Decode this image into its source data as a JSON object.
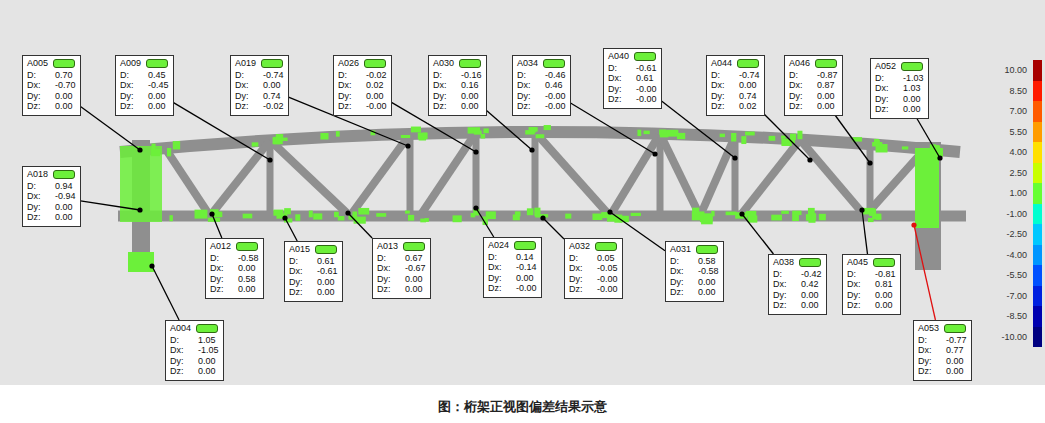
{
  "diagram": {
    "caption": "图：桁架正视图偏差结果示意",
    "nodes": [
      {
        "text": [
          "A005",
          "D:",
          "0.70",
          "Dx:",
          "-0.70",
          "Dy:",
          "0.00",
          "Dz:",
          "0.00"
        ]
      },
      {
        "text": [
          "A009",
          "D:",
          "0.45",
          "Dx:",
          "-0.45",
          "Dy:",
          "0.00",
          "Dz:",
          "0.00"
        ]
      },
      {
        "text": [
          "A019",
          "D:",
          "-0.74",
          "Dx:",
          "0.00",
          "Dy:",
          "0.74",
          "Dz:",
          "-0.02"
        ]
      },
      {
        "text": [
          "A026",
          "D:",
          "-0.02",
          "Dx:",
          "0.02",
          "Dy:",
          "0.00",
          "Dz:",
          "-0.00"
        ]
      },
      {
        "text": [
          "A030",
          "D:",
          "-0.16",
          "Dx:",
          "0.16",
          "Dy:",
          "0.00",
          "Dz:",
          "0.00"
        ]
      },
      {
        "text": [
          "A034",
          "D:",
          "-0.46",
          "Dx:",
          "0.46",
          "Dy:",
          "-0.00",
          "Dz:",
          "-0.00"
        ]
      },
      {
        "text": [
          "A040",
          "D:",
          "-0.61",
          "Dx:",
          "0.61",
          "Dy:",
          "-0.00",
          "Dz:",
          "-0.00"
        ]
      },
      {
        "text": [
          "A044",
          "D:",
          "-0.74",
          "Dx:",
          "0.00",
          "Dy:",
          "0.74",
          "Dz:",
          "0.02"
        ]
      },
      {
        "text": [
          "A046",
          "D:",
          "-0.87",
          "Dx:",
          "0.87",
          "Dy:",
          "0.00",
          "Dz:",
          "0.00"
        ]
      },
      {
        "text": [
          "A052",
          "D:",
          "-1.03",
          "Dx:",
          "1.03",
          "Dy:",
          "0.00",
          "Dz:",
          "0.00"
        ]
      },
      {
        "text": [
          "A018",
          "D:",
          "0.94",
          "Dx:",
          "-0.94",
          "Dy:",
          "0.00",
          "Dz:",
          "0.00"
        ]
      },
      {
        "text": [
          "A012",
          "D:",
          "-0.58",
          "Dx:",
          "0.00",
          "Dy:",
          "0.58",
          "Dz:",
          "0.00"
        ]
      },
      {
        "text": [
          "A015",
          "D:",
          "0.61",
          "Dx:",
          "-0.61",
          "Dy:",
          "0.00",
          "Dz:",
          "0.00"
        ]
      },
      {
        "text": [
          "A013",
          "D:",
          "0.67",
          "Dx:",
          "-0.67",
          "Dy:",
          "0.00",
          "Dz:",
          "0.00"
        ]
      },
      {
        "text": [
          "A024",
          "D:",
          "0.14",
          "Dx:",
          "-0.14",
          "Dy:",
          "0.00",
          "Dz:",
          "-0.00"
        ]
      },
      {
        "text": [
          "A032",
          "D:",
          "0.05",
          "Dx:",
          "-0.05",
          "Dy:",
          "-0.00",
          "Dz:",
          "-0.00"
        ]
      },
      {
        "text": [
          "A031",
          "D:",
          "0.58",
          "Dx:",
          "-0.58",
          "Dy:",
          "0.00",
          "Dz:",
          "0.00"
        ]
      },
      {
        "text": [
          "A038",
          "D:",
          "-0.42",
          "Dx:",
          "0.42",
          "Dy:",
          "0.00",
          "Dz:",
          "0.00"
        ]
      },
      {
        "text": [
          "A045",
          "D:",
          "-0.81",
          "Dx:",
          "0.81",
          "Dy:",
          "0.00",
          "Dz:",
          "0.00"
        ]
      },
      {
        "text": [
          "A004",
          "D:",
          "1.05",
          "Dx:",
          "-1.05",
          "Dy:",
          "0.00",
          "Dz:",
          "0.00"
        ]
      },
      {
        "text": [
          "A053",
          "D:",
          "-0.77",
          "Dx:",
          "0.77",
          "Dy:",
          "0.00",
          "Dz:",
          "0.00"
        ]
      }
    ],
    "legend": [
      {
        "text": "10.00",
        "color": "#a80000"
      },
      {
        "text": "8.50",
        "color": "#ff1a00"
      },
      {
        "text": "7.00",
        "color": "#ff5a00"
      },
      {
        "text": "5.50",
        "color": "#ff9c00"
      },
      {
        "text": "4.00",
        "color": "#ffe000"
      },
      {
        "text": "2.50",
        "color": "#c8ff00"
      },
      {
        "text": "1.00",
        "color": "#66ff33"
      },
      {
        "text": "-1.00",
        "color": "#00ffd0"
      },
      {
        "text": "-2.50",
        "color": "#00c8ff"
      },
      {
        "text": "-4.00",
        "color": "#0096ff"
      },
      {
        "text": "-5.50",
        "color": "#0050ff"
      },
      {
        "text": "-7.00",
        "color": "#0020e0"
      },
      {
        "text": "-8.50",
        "color": "#0000b0"
      },
      {
        "text": "-10.00",
        "color": "#000080"
      }
    ]
  }
}
